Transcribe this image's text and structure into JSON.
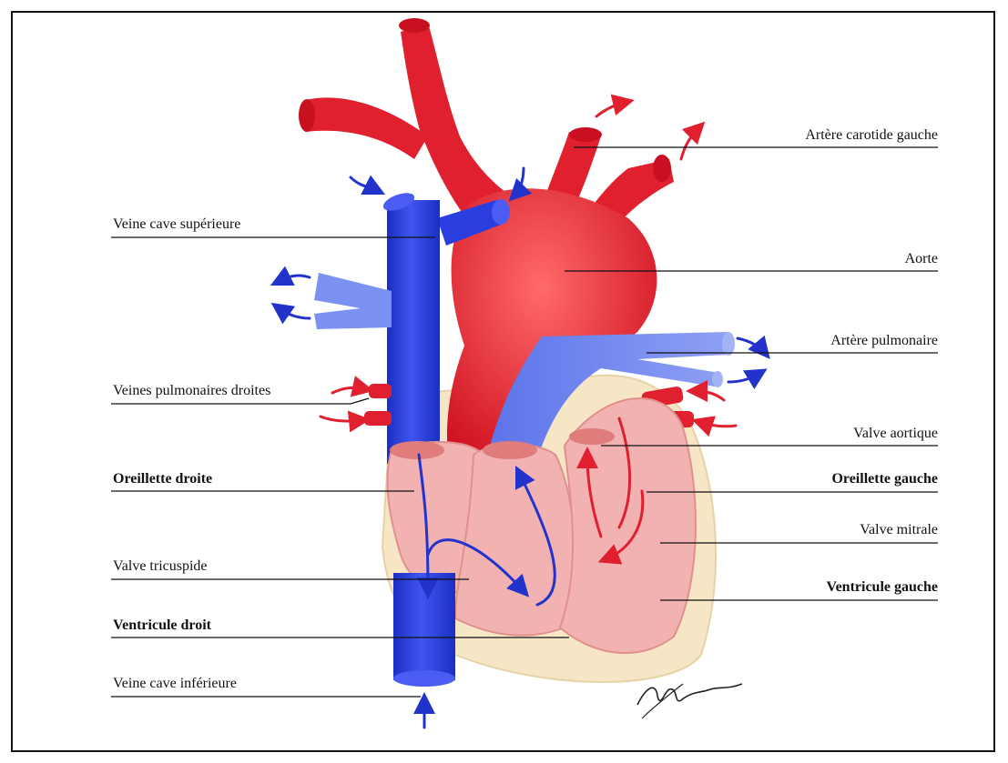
{
  "labels_left": {
    "veine_cave_superieure": "Veine cave supérieure",
    "veines_pulmonaires_droites": "Veines pulmonaires droites",
    "oreillette_droite": "Oreillette droite",
    "valve_tricuspide": "Valve tricuspide",
    "ventricule_droit": "Ventricule droit",
    "veine_cave_inferieure": "Veine cave inférieure"
  },
  "labels_right": {
    "artere_carotide_gauche": "Artère carotide gauche",
    "aorte": "Aorte",
    "artere_pulmonaire": "Artère pulmonaire",
    "valve_aortique": "Valve aortique",
    "oreillette_gauche": "Oreillette gauche",
    "valve_mitrale": "Valve mitrale",
    "ventricule_gauche": "Ventricule gauche"
  },
  "colors": {
    "oxygenated": "#e0202e",
    "deoxygenated": "#2233cc",
    "pulmonary_veins_light": "#6f86f0",
    "pericardium": "#f6e6c6",
    "myocardium": "#f2b2b2",
    "leader_line": "#111111"
  }
}
